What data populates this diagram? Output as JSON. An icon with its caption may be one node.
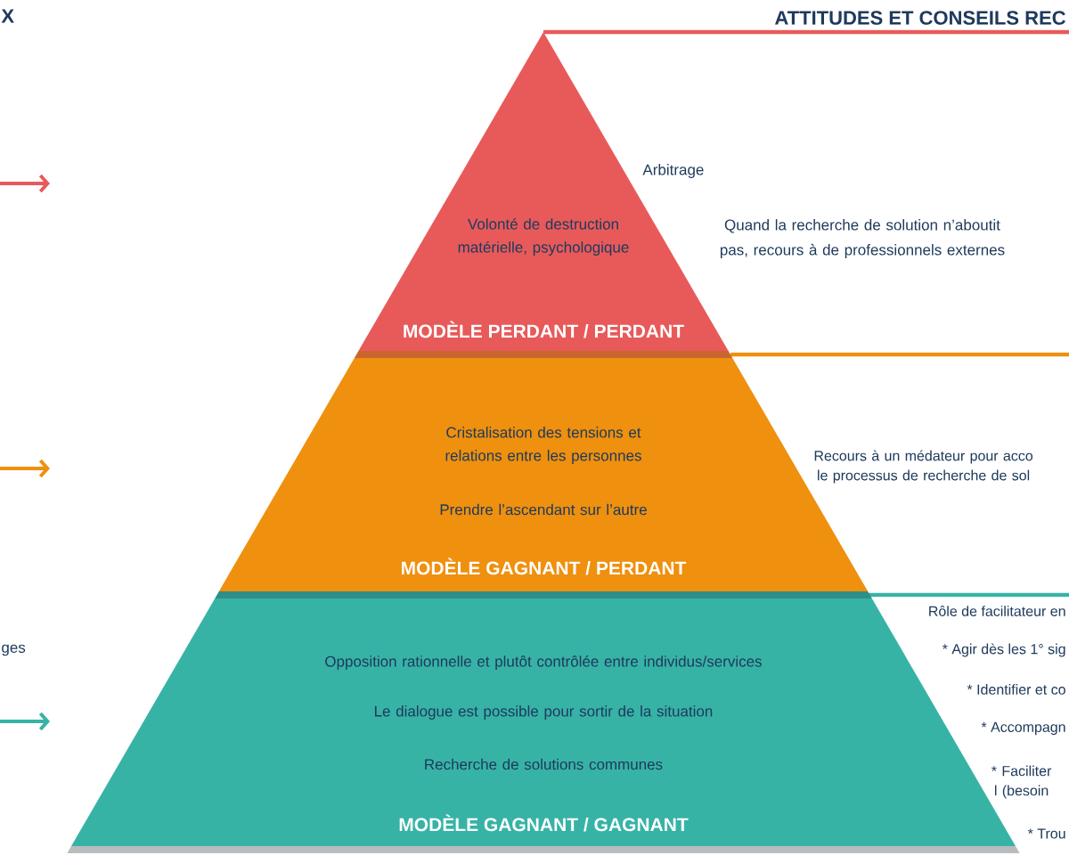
{
  "diagram": {
    "nodes": [
      {
        "text": [
          "Volonté de destruction matérielle, psychologique",
          "MODÈLE PERDANT / PERDANT"
        ]
      },
      {
        "text": [
          "Cristalisation des tensions et relations entre les personnes",
          "Prendre l’ascendant sur l’autre",
          "MODÈLE GAGNANT / PERDANT"
        ]
      },
      {
        "text": [
          "Opposition rationnelle et plutôt contrôlée entre individus/services",
          "Le dialogue est possible pour sortir de la situation",
          "Recherche de solutions communes",
          "MODÈLE GAGNANT / GAGNANT"
        ]
      }
    ],
    "labels": [
      "X",
      "ATTITUDES ET CONSEILS REC",
      "Arbitrage",
      "Quand la recherche de solution n’aboutit pas, recours à de professionnels externes",
      "ges",
      "Recours à un médateur pour acco le processus de recherche de sol",
      "Rôle de facilitateur en",
      "* Agir dès les 1° sig",
      "* Identifier et co",
      "* Accompagn",
      "* Faciliter l (besoin",
      "* Trou"
    ]
  }
}
